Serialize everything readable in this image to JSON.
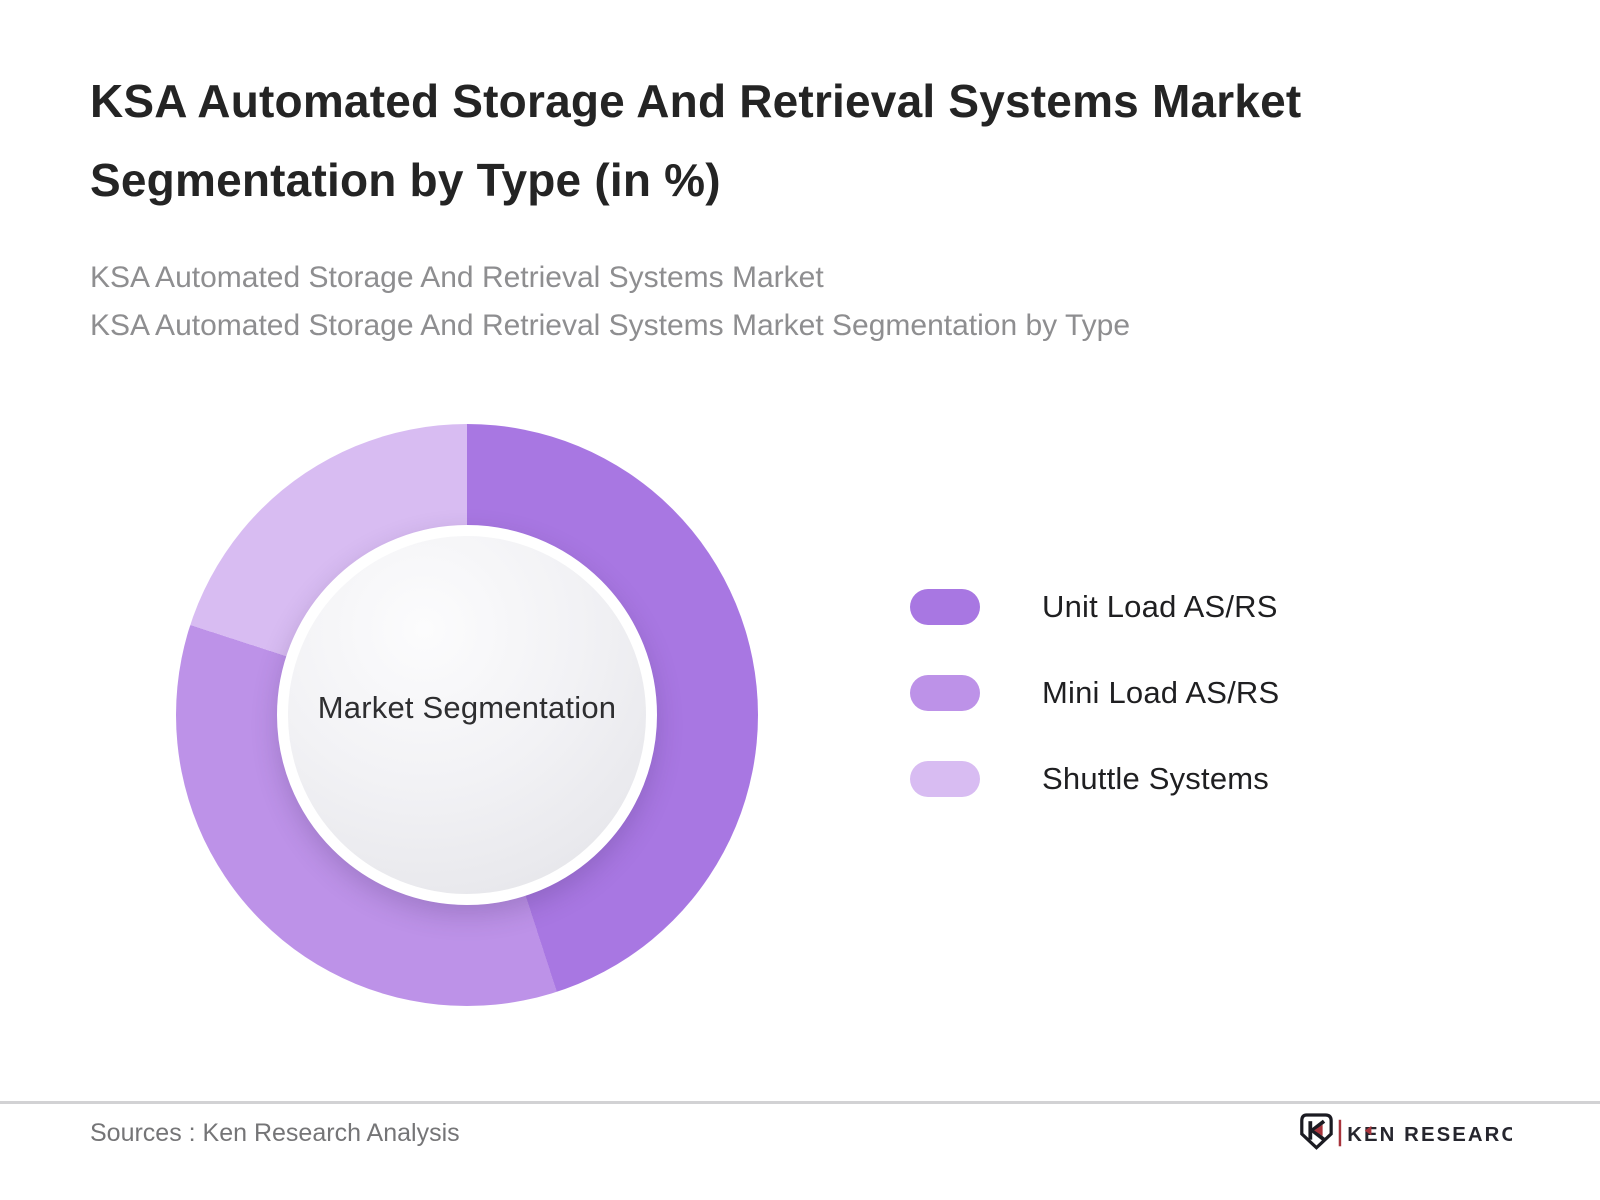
{
  "header": {
    "title": "KSA Automated Storage And Retrieval Systems Market Segmentation by Type (in %)",
    "subtitle_line1": "KSA Automated Storage And Retrieval Systems Market",
    "subtitle_line2": "KSA Automated Storage And Retrieval Systems Market Segmentation by Type"
  },
  "chart_data": {
    "type": "pie",
    "subtype": "donut",
    "title": "KSA Automated Storage And Retrieval Systems Market Segmentation by Type (in %)",
    "categories": [
      "Unit Load AS/RS",
      "Mini Load AS/RS",
      "Shuttle Systems"
    ],
    "values": [
      45,
      35,
      20
    ],
    "unit": "%",
    "colors": [
      "#a877e2",
      "#bd92e8",
      "#d8bcf2"
    ],
    "center_label": "Market Segmentation",
    "legend_position": "right",
    "start_angle_deg": 0,
    "direction": "clockwise",
    "data_labels_shown": false
  },
  "footer": {
    "source": "Sources : Ken Research Analysis",
    "brand": {
      "icon_letter": "K",
      "name": "KEN RESEARCH",
      "accent_color": "#a8343c",
      "text_color": "#26262e"
    }
  }
}
